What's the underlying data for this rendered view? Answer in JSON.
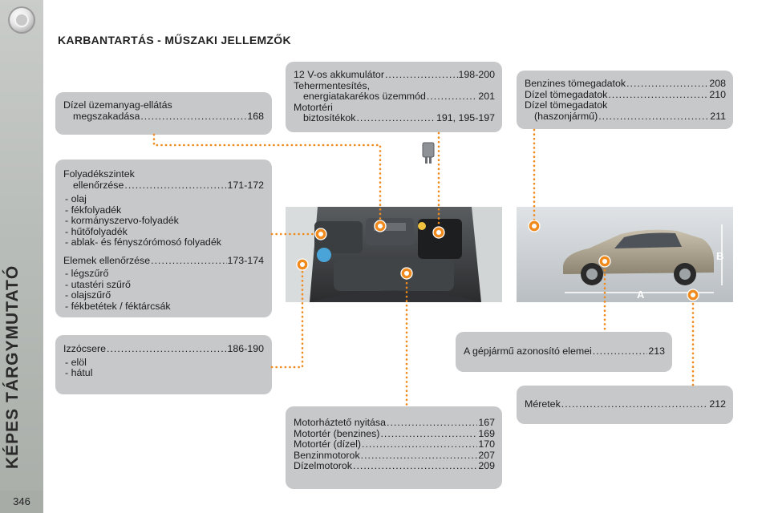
{
  "sidebar": {
    "title": "KÉPES TÁRGYMUTATÓ",
    "page_number": "346"
  },
  "heading": "KARBANTARTÁS - MŰSZAKI JELLEMZŐK",
  "box_fuel": {
    "line1": "Dízel üzemanyag-ellátás",
    "line2": "megszakadása",
    "page": "168"
  },
  "box_fluids": {
    "title1": "Folyadékszintek",
    "title2": "ellenőrzése",
    "title_page": "171-172",
    "items": [
      "olaj",
      "fékfolyadék",
      "kormányszervo-folyadék",
      "hűtőfolyadék",
      "ablak- és fényszórómosó folyadék"
    ],
    "elements_label": "Elemek ellenőrzése",
    "elements_page": "173-174",
    "element_items": [
      "légszűrő",
      "utastéri szűrő",
      "olajszűrő",
      "fékbetétek / féktárcsák"
    ]
  },
  "box_bulbs": {
    "label": "Izzócsere",
    "page": "186-190",
    "items": [
      "elöl",
      "hátul"
    ]
  },
  "box_battery": {
    "l1": "12 V-os akkumulátor",
    "l1_page": "198-200",
    "l2": "Tehermentesítés,",
    "l3": "energiatakarékos üzemmód",
    "l3_page": "201",
    "l4": "Motortéri",
    "l5": "biztosítékok",
    "l5_page": "191, 195-197"
  },
  "box_weights": {
    "l1": "Benzines tömegadatok",
    "l1_page": "208",
    "l2": "Dízel tömegadatok",
    "l2_page": "210",
    "l3": "Dízel tömegadatok",
    "l4": "(haszonjármű)",
    "l4_page": "211"
  },
  "box_identification": {
    "label": "A gépjármű azonosító elemei",
    "page": "213"
  },
  "box_dimensions": {
    "label": "Méretek",
    "page": "212"
  },
  "box_engine": {
    "items": [
      {
        "label": "Motorháztető nyitása",
        "page": "167"
      },
      {
        "label": "Motortér (benzines)",
        "page": "169"
      },
      {
        "label": "Motortér (dízel)",
        "page": "170"
      },
      {
        "label": "Benzinmotorok",
        "page": "207"
      },
      {
        "label": "Dízelmotorok",
        "page": "209"
      }
    ]
  },
  "car_labels": {
    "length": "A",
    "height": "B"
  },
  "colors": {
    "accent": "#f08a1c",
    "box": "#c7c8ca",
    "sidebar": "#b9bdb9"
  }
}
